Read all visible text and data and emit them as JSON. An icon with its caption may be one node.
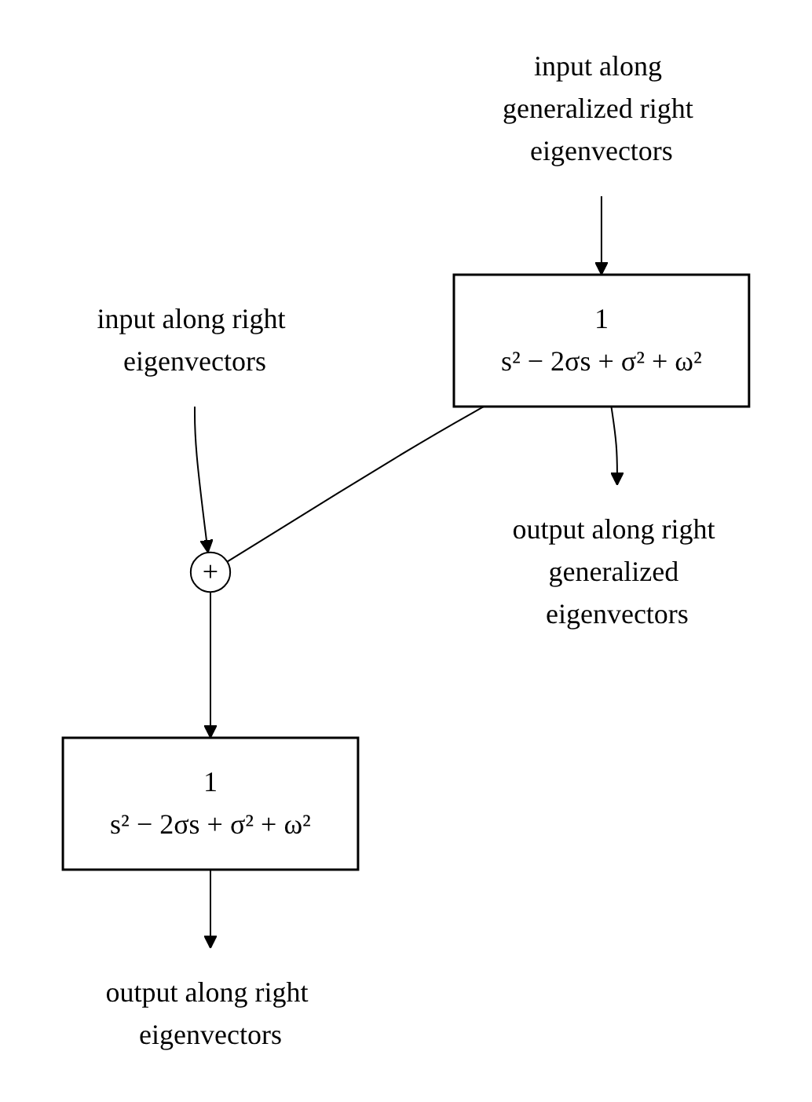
{
  "diagram": {
    "nodes": [
      {
        "text": [
          "input along generalized right eigenvectors"
        ]
      },
      {
        "text": [
          "1",
          "s² − 2σs + σ² + ω²"
        ]
      },
      {
        "text": [
          "input along right eigenvectors"
        ]
      },
      {
        "text": [
          "+"
        ]
      },
      {
        "text": [
          "output along right generalized eigenvectors"
        ]
      },
      {
        "text": [
          "1",
          "s² − 2σs + σ² + ω²"
        ]
      },
      {
        "text": [
          "output along right eigenvectors"
        ]
      }
    ],
    "edges": [
      {
        "from": 0,
        "to": 1,
        "arrow": "to"
      },
      {
        "from": 1,
        "to": 3,
        "arrow": "none"
      },
      {
        "from": 1,
        "to": 4,
        "arrow": "to"
      },
      {
        "from": 2,
        "to": 3,
        "arrow": "to"
      },
      {
        "from": 3,
        "to": 5,
        "arrow": "to"
      },
      {
        "from": 5,
        "to": 6,
        "arrow": "to"
      }
    ]
  }
}
